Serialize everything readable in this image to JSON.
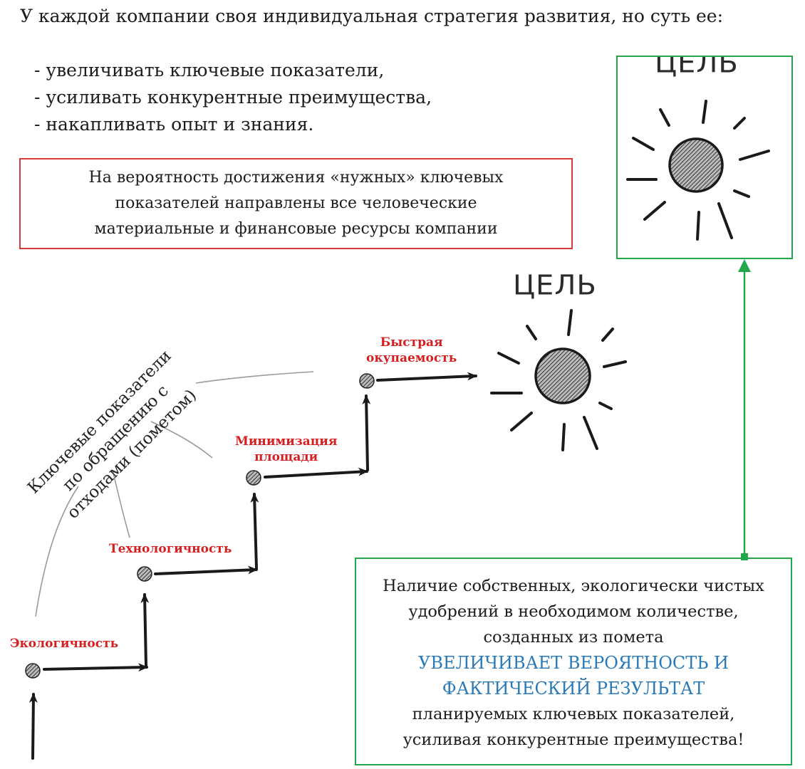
{
  "intro": "У каждой компании своя индивидуальная стратегия развития, но суть ее:",
  "bullets": [
    "- увеличивать ключевые показатели,",
    "- усиливать конкурентные преимущества,",
    "- накапливать опыт и знания."
  ],
  "red_box": {
    "lines": [
      "На вероятность достижения «нужных» ключевых",
      "показателей направлены все человеческие",
      "материальные и финансовые ресурсы компании"
    ]
  },
  "goal_box": {
    "word": "ЦЕЛЬ"
  },
  "goal_main": {
    "word": "ЦЕЛЬ"
  },
  "rotated_label": {
    "lines": [
      "Ключевые показатели",
      "по обращению с",
      "отходами (пометом)"
    ]
  },
  "steps": [
    {
      "name": "ecology",
      "label": "Экологичность"
    },
    {
      "name": "tech",
      "label": "Технологичность"
    },
    {
      "name": "area",
      "label_line1": "Минимизация",
      "label_line2": "площади"
    },
    {
      "name": "payback",
      "label_line1": "Быстрая",
      "label_line2": "окупаемость"
    }
  ],
  "green_box": {
    "lines_top": [
      "Наличие собственных, экологически чистых",
      "удобрений в необходимом количестве,",
      "созданных из помета"
    ],
    "highlight": [
      "УВЕЛИЧИВАЕТ ВЕРОЯТНОСТЬ И",
      "ФАКТИЧЕСКИЙ РЕЗУЛЬТАТ"
    ],
    "lines_bottom": [
      "планируемых ключевых показателей,",
      "усиливая конкурентные преимущества!"
    ]
  },
  "colors": {
    "red_border": "#d63a3a",
    "green_border": "#22a84a",
    "step_label": "#d42020",
    "highlight_text": "#2a7ab8"
  }
}
